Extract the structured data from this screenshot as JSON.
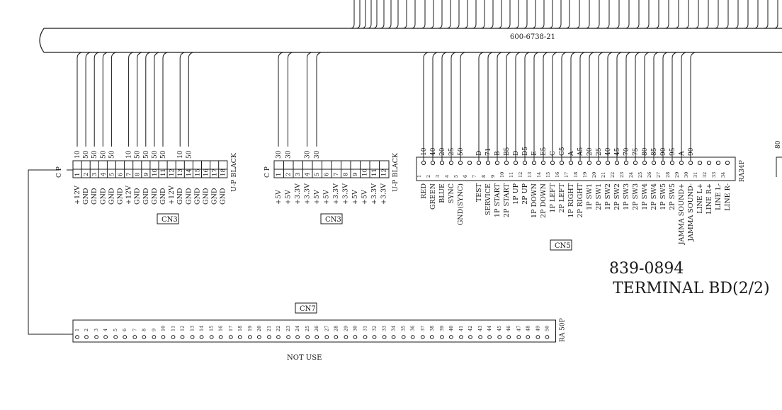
{
  "harness": {
    "part_no": "600-6738-21"
  },
  "board": {
    "part_no": "839-0894",
    "title": "TERMINAL BD(2/2)"
  },
  "cp_label": "C P",
  "cn3a": {
    "box_label": "CN3",
    "pins": [
      "1",
      "2",
      "3",
      "4",
      "5",
      "6",
      "7",
      "8",
      "9",
      "10",
      "11",
      "12",
      "13",
      "14",
      "15",
      "16",
      "17",
      "18"
    ],
    "signals": [
      "+12V",
      "GND",
      "GND",
      "GND",
      "GND",
      "GND",
      "+12V",
      "GND",
      "GND",
      "GND",
      "GND",
      "+12V",
      "GND",
      "GND",
      "GND",
      "GND",
      "GND",
      "GND"
    ],
    "codes": [
      "10",
      "50",
      "50",
      "50",
      "50",
      "",
      "10",
      "50",
      "50",
      "50",
      "50",
      "",
      "10",
      "50",
      "",
      "",
      "",
      ""
    ],
    "note": "U-P BLACK"
  },
  "cn3b": {
    "box_label": "CN3",
    "pins": [
      "1",
      "2",
      "3",
      "4",
      "5",
      "6",
      "7",
      "8",
      "9",
      "10",
      "11",
      "12"
    ],
    "signals": [
      "+5V",
      "+5V",
      "+3.3V",
      "+3.3V",
      "+5V",
      "+5V",
      "+3.3V",
      "+3.3V",
      "+5V",
      "+5V",
      "+3.3V",
      "+3.3V"
    ],
    "codes": [
      "30",
      "30",
      "",
      "30",
      "30",
      "",
      "",
      "",
      "",
      "",
      "",
      ""
    ],
    "note": "U-P BLACK"
  },
  "cn5": {
    "box_label": "CN5",
    "pin_count_label": "RA34P",
    "pins": [
      "1",
      "2",
      "3",
      "4",
      "5",
      "6",
      "7",
      "8",
      "9",
      "10",
      "11",
      "12",
      "13",
      "14",
      "15",
      "16",
      "17",
      "18",
      "19",
      "20",
      "21",
      "22",
      "23",
      "24",
      "25",
      "26",
      "27",
      "28",
      "29",
      "30",
      "31",
      "32",
      "33",
      "34"
    ],
    "codes": [
      "10",
      "40",
      "20",
      "25",
      "50",
      "",
      "D",
      "71",
      "B",
      "B5",
      "D",
      "D5",
      "E",
      "E5",
      "C",
      "C5",
      "A",
      "A5",
      "20",
      "25",
      "40",
      "45",
      "70",
      "75",
      "80",
      "85",
      "90",
      "95",
      "A",
      "90",
      "",
      "",
      "",
      ""
    ],
    "signals": [
      "RED",
      "GREEN",
      "BLUE",
      "SYNC",
      "GND(SYNC)",
      "",
      "TEST",
      "SERVICE",
      "1P START",
      "2P START",
      "1P UP",
      "2P UP",
      "1P DOWN",
      "2P DOWN",
      "1P LEFT",
      "2P LEFT",
      "1P RIGHT",
      "2P RIGHT",
      "1P SW1",
      "2P SW1",
      "1P SW2",
      "2P SW2",
      "1P SW3",
      "2P SW3",
      "1P SW4",
      "2P SW4",
      "1P SW5",
      "2P SW5",
      "JAMMA SOUND+",
      "JAMMA SOUND-",
      "LINE L+",
      "LINE R+",
      "LINE L-",
      "LINE R-"
    ]
  },
  "cn7": {
    "box_label": "CN7",
    "pin_count_label": "RA 50P",
    "note": "NOT USE",
    "pins_top": [
      "1",
      "3",
      "5",
      "7",
      "9",
      "11",
      "13",
      "15",
      "17",
      "19",
      "21",
      "23",
      "25",
      "27",
      "29",
      "31",
      "33",
      "35",
      "37",
      "39",
      "41",
      "43",
      "45",
      "47",
      "49"
    ],
    "pins_bottom": [
      "2",
      "4",
      "6",
      "8",
      "10",
      "12",
      "14",
      "16",
      "18",
      "20",
      "22",
      "24",
      "26",
      "28",
      "30",
      "32",
      "34",
      "36",
      "38",
      "40",
      "42",
      "44",
      "46",
      "48",
      "50"
    ]
  },
  "edge_right": {
    "code": "80"
  }
}
